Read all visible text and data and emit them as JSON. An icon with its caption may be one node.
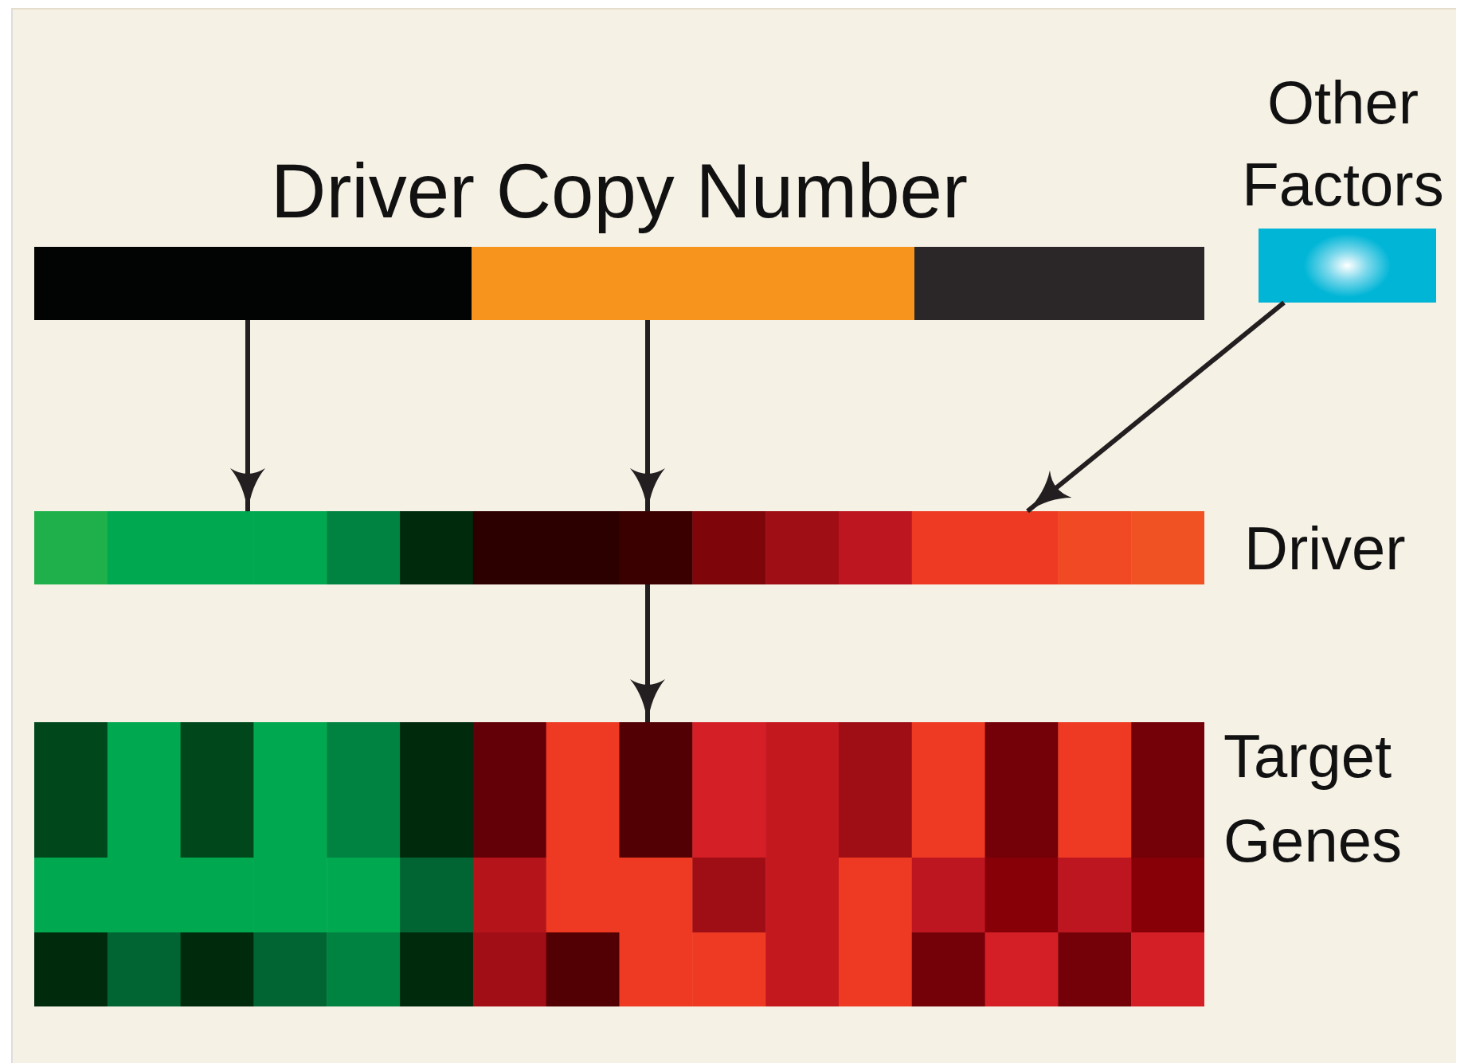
{
  "diagram": {
    "nodes": [
      {
        "text": [
          "Driver Copy Number"
        ]
      },
      {
        "text": [
          "Other Factors"
        ]
      },
      {
        "text": [
          "Driver"
        ]
      },
      {
        "text": [
          "Target Genes"
        ]
      }
    ],
    "edges": [
      {
        "from": 0,
        "to": 2,
        "arrow": "to"
      },
      {
        "from": 0,
        "to": 2,
        "arrow": "to"
      },
      {
        "from": 1,
        "to": 2,
        "arrow": "to"
      },
      {
        "from": 2,
        "to": 3,
        "arrow": "to"
      }
    ]
  }
}
